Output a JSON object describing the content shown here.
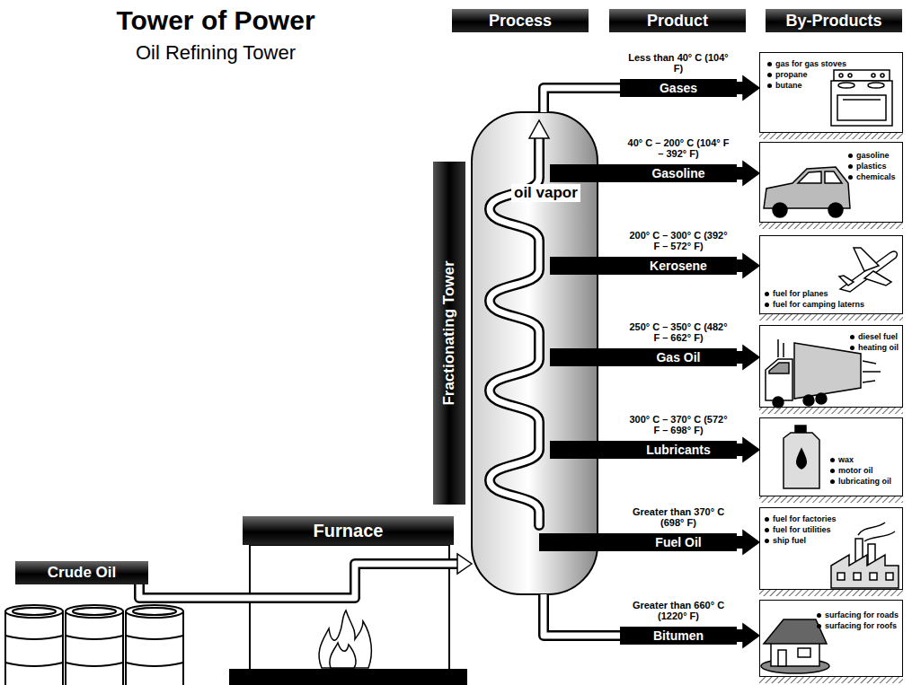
{
  "diagram": {
    "title": "Tower of Power",
    "nodes": [
      {
        "text": [
          "Process"
        ]
      },
      {
        "text": [
          "Product"
        ]
      },
      {
        "text": [
          "By-Products"
        ]
      },
      {
        "text": [
          "Crude Oil"
        ]
      },
      {
        "text": [
          "Furnace"
        ]
      },
      {
        "text": [
          "Fractionating Tower"
        ]
      },
      {
        "text": [
          "oil vapor"
        ]
      },
      {
        "text": [
          "Less than 40° C (104° F)",
          "Gases"
        ]
      },
      {
        "text": [
          "gas for gas stoves",
          "propane",
          "butane"
        ]
      },
      {
        "text": [
          "40° C – 200° C (104° F – 392° F)",
          "Gasoline"
        ]
      },
      {
        "text": [
          "gasoline",
          "plastics",
          "chemicals"
        ]
      },
      {
        "text": [
          "200° C – 300° C (392° F – 572° F)",
          "Kerosene"
        ]
      },
      {
        "text": [
          "fuel for planes",
          "fuel for camping laterns"
        ]
      },
      {
        "text": [
          "250° C – 350° C (482° F – 662° F)",
          "Gas Oil"
        ]
      },
      {
        "text": [
          "diesel fuel",
          "heating oil"
        ]
      },
      {
        "text": [
          "300° C – 370° C (572° F – 698° F)",
          "Lubricants"
        ]
      },
      {
        "text": [
          "wax",
          "motor oil",
          "lubricating oil"
        ]
      },
      {
        "text": [
          "Greater than 370° C (698° F)",
          "Fuel Oil"
        ]
      },
      {
        "text": [
          "fuel for factories",
          "fuel for utilities",
          "ship fuel"
        ]
      },
      {
        "text": [
          "Greater than 660° C (1220° F)",
          "Bitumen"
        ]
      },
      {
        "text": [
          "surfacing for roads",
          "surfacing for roofs"
        ]
      }
    ],
    "edges": [
      {
        "from": 3,
        "to": 6,
        "arrow": "to"
      },
      {
        "from": 6,
        "to": 7,
        "arrow": "none"
      },
      {
        "from": 7,
        "to": 8,
        "arrow": "to"
      },
      {
        "from": 6,
        "to": 9,
        "arrow": "none"
      },
      {
        "from": 9,
        "to": 10,
        "arrow": "to"
      },
      {
        "from": 6,
        "to": 11,
        "arrow": "none"
      },
      {
        "from": 11,
        "to": 12,
        "arrow": "to"
      },
      {
        "from": 6,
        "to": 13,
        "arrow": "none"
      },
      {
        "from": 13,
        "to": 14,
        "arrow": "to"
      },
      {
        "from": 6,
        "to": 15,
        "arrow": "none"
      },
      {
        "from": 15,
        "to": 16,
        "arrow": "to"
      },
      {
        "from": 6,
        "to": 17,
        "arrow": "none"
      },
      {
        "from": 17,
        "to": 18,
        "arrow": "to"
      },
      {
        "from": 6,
        "to": 19,
        "arrow": "none"
      },
      {
        "from": 19,
        "to": 20,
        "arrow": "to"
      }
    ],
    "labels": [
      "Oil Refining Tower"
    ]
  }
}
